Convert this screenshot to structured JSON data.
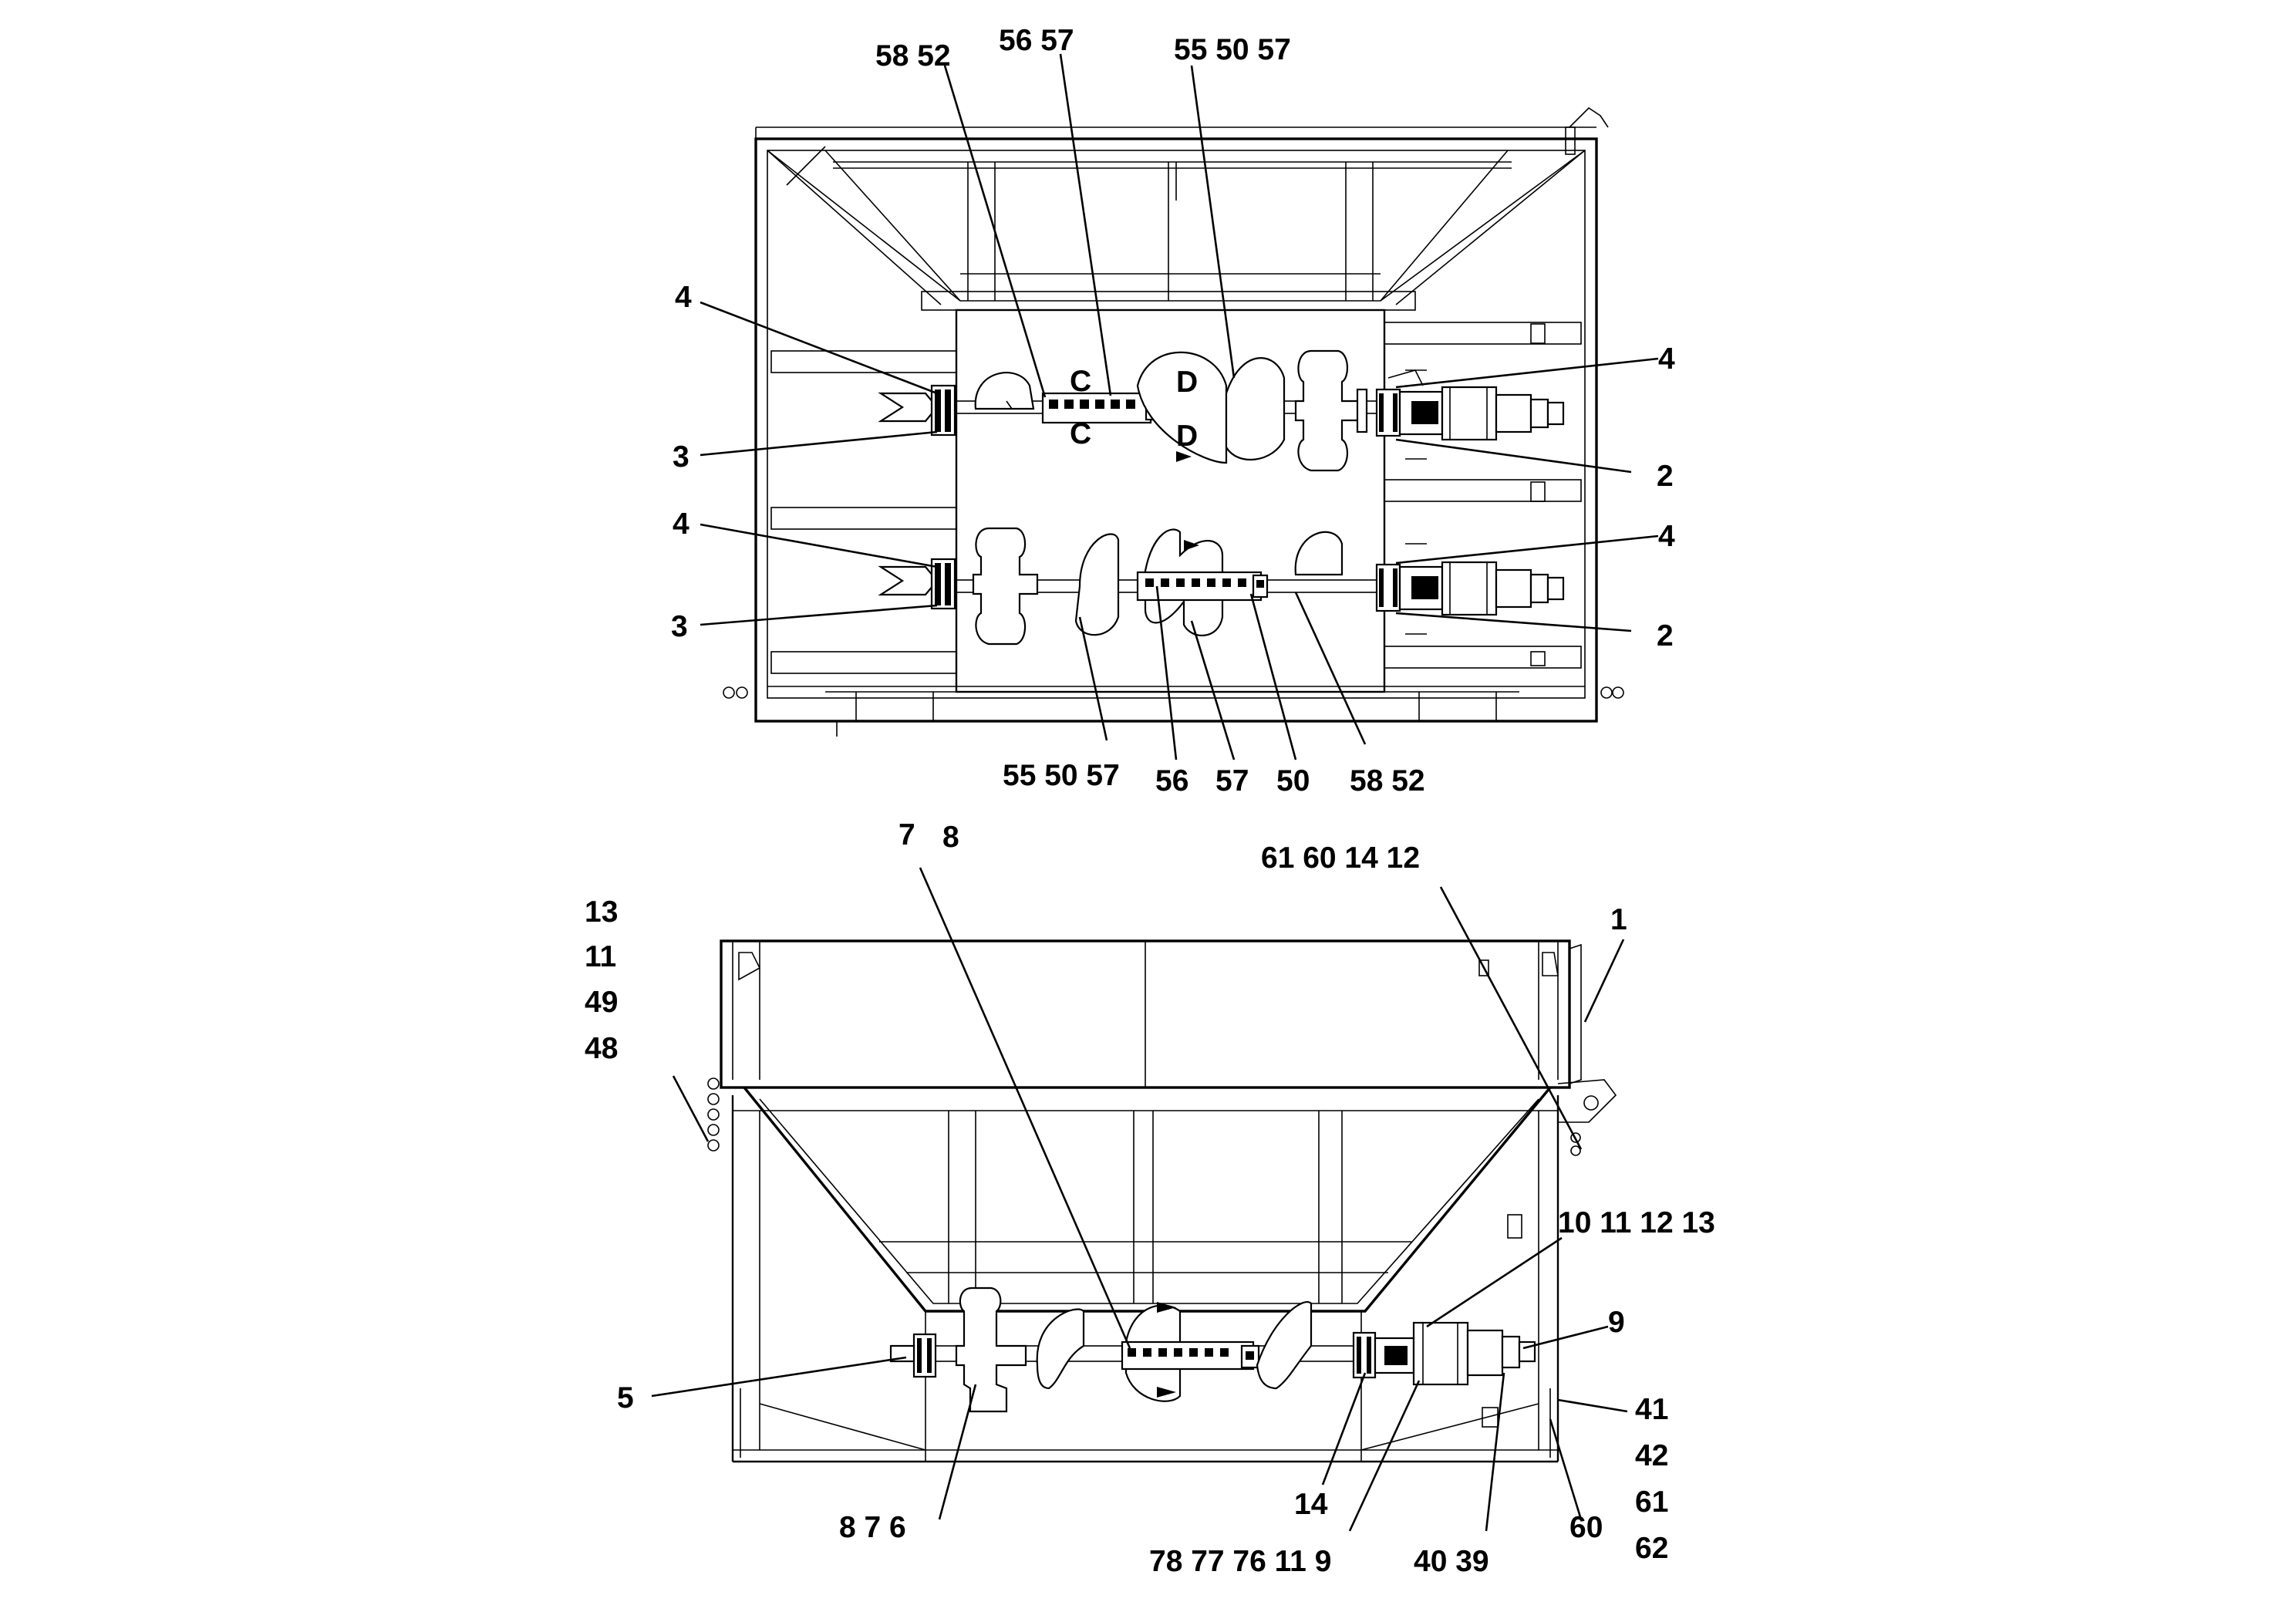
{
  "diagram": {
    "callouts": {
      "top_view": {
        "t_58_52": "58 52",
        "t_56_57": "56 57",
        "t_55_50_57": "55 50 57",
        "l_4_upper": "4",
        "l_3_upper": "3",
        "l_4_lower": "4",
        "l_3_lower": "3",
        "r_4_upper": "4",
        "r_2_upper": "2",
        "r_4_lower": "4",
        "r_2_lower": "2",
        "b_55_50_57": "55 50 57",
        "b_56": "56",
        "b_57": "57",
        "b_50": "50",
        "b_58_52": "58 52"
      },
      "side_view": {
        "t_7": "7",
        "t_8": "8",
        "t_61_60_14_12": "61 60 14 12",
        "l_13": "13",
        "l_11": "11",
        "l_49": "49",
        "l_48": "48",
        "r_1": "1",
        "r_10_11_12_13": "10 11  12 13",
        "r_9": "9",
        "l_5": "5",
        "r_41": "41",
        "r_42": "42",
        "r_61": "61",
        "r_62": "62",
        "b_14": "14",
        "b_8_7_6": "8   7   6",
        "b_60": "60",
        "b_78_77_76_11_9": "78 77 76 11   9",
        "b_40_39": "40 39"
      }
    },
    "shaft_marks": {
      "c1": "C",
      "c2": "C",
      "d1": "D",
      "d2": "D"
    }
  }
}
